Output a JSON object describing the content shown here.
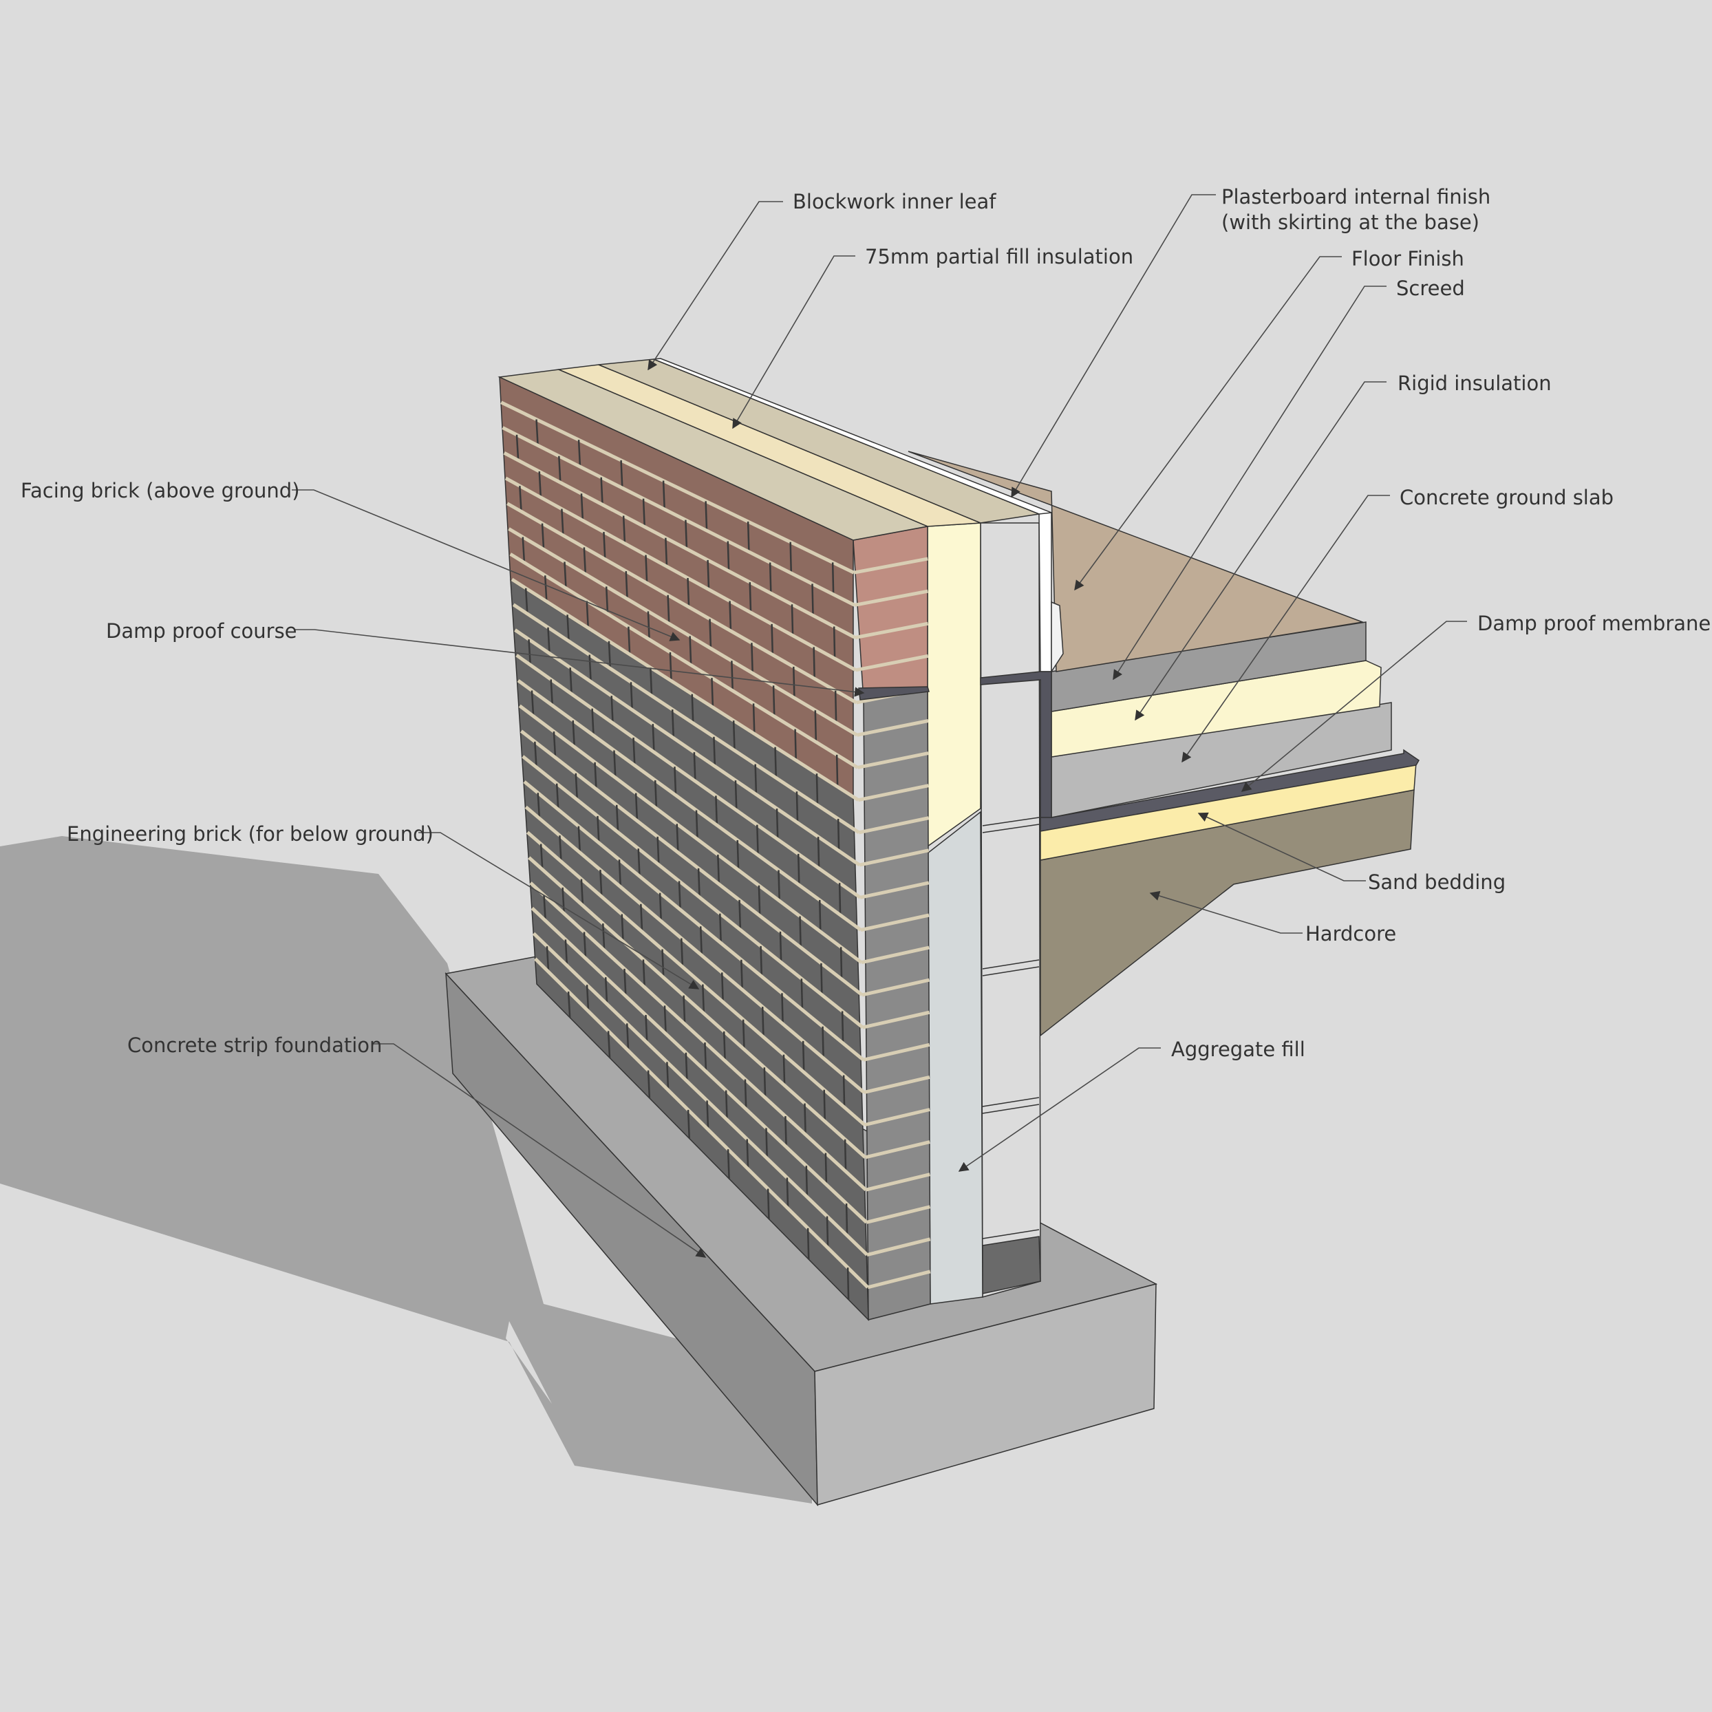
{
  "labels": {
    "blockwork_inner_leaf": "Blockwork inner leaf",
    "partial_fill_insulation": "75mm partial fill insulation",
    "plasterboard_line1": "Plasterboard internal finish",
    "plasterboard_line2": "(with skirting at the base)",
    "floor_finish": "Floor Finish",
    "screed": "Screed",
    "rigid_insulation": "Rigid insulation",
    "concrete_ground_slab": "Concrete ground slab",
    "damp_proof_membrane": "Damp proof membrane",
    "facing_brick": "Facing brick (above ground)",
    "damp_proof_course": "Damp proof course",
    "engineering_brick": "Engineering brick (for below ground)",
    "concrete_strip_foundation": "Concrete strip foundation",
    "sand_bedding": "Sand bedding",
    "hardcore": "Hardcore",
    "aggregate_fill": "Aggregate fill"
  },
  "colors": {
    "background": "#dcdcdc",
    "shadow": "#a4a4a4",
    "facing_brick": "#8d6b60",
    "facing_brick_end": "#bf8e82",
    "engineering_brick": "#656565",
    "engineering_brick_end": "#8a8a8a",
    "mortar": "#d8ceb4",
    "insulation": "#fcf8d2",
    "blockwork": "#dcdcdc",
    "aggregate_fill": "#d4d9da",
    "floor_finish": "#bfac96",
    "screed": "#9c9c9c",
    "rigid_insulation": "#fbf6cf",
    "concrete_slab": "#b9b9b9",
    "dpm": "#5a5a64",
    "sand_bedding": "#fbecaa",
    "hardcore": "#968e7a",
    "foundation_top": "#a9a9a9",
    "foundation_side": "#8e8e8e",
    "foundation_front": "#b9b9b9"
  }
}
